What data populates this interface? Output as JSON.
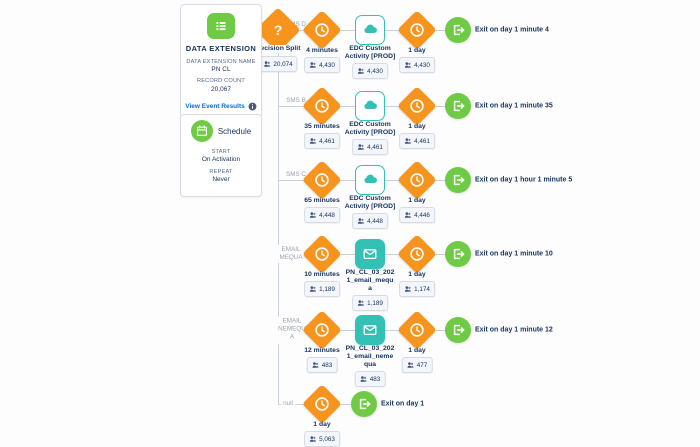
{
  "palette": {
    "orange": "#F7941D",
    "green": "#6FCB45",
    "teal": "#34C1B5",
    "navy": "#16325C",
    "muted_label": "#54698D",
    "link_blue": "#0070D2",
    "line_gray": "#CBD1DA",
    "branch_tag_gray": "#9AA2AF",
    "badge_bg": "#F3F6FA",
    "badge_border": "#D5DBE4"
  },
  "data_extension": {
    "title": "DATA EXTENSION",
    "icon": "list-icon",
    "name_label": "DATA EXTENSION NAME",
    "name_value": "PN CL",
    "count_label": "RECORD COUNT",
    "count_value": "20,067",
    "link_label": "View Event Results",
    "link_icon": "info-icon"
  },
  "schedule": {
    "title": "Schedule",
    "icon": "calendar-icon",
    "start_label": "START",
    "start_value": "On Activation",
    "repeat_label": "REPEAT",
    "repeat_value": "Never"
  },
  "decision": {
    "label": "Decision Split",
    "icon": "question-mark-icon",
    "count": "20,074"
  },
  "branches": [
    {
      "name": "SMS D",
      "label_lines": [
        "SMS D"
      ],
      "wait1": {
        "label": "4 minutes",
        "count": "4,430"
      },
      "activity": {
        "type": "custom",
        "label_lines": [
          "EDC Custom",
          "Activity [PROD]"
        ],
        "count": "4,430"
      },
      "wait2": {
        "label": "1 day",
        "count": "4,430"
      },
      "exit_label": "Exit on day 1 minute 4"
    },
    {
      "name": "SMS B",
      "label_lines": [
        "SMS B"
      ],
      "wait1": {
        "label": "35 minutes",
        "count": "4,461"
      },
      "activity": {
        "type": "custom",
        "label_lines": [
          "EDC Custom",
          "Activity [PROD]"
        ],
        "count": "4,461"
      },
      "wait2": {
        "label": "1 day",
        "count": "4,461"
      },
      "exit_label": "Exit on day 1 minute 35"
    },
    {
      "name": "SMS C",
      "label_lines": [
        "SMS C"
      ],
      "wait1": {
        "label": "65 minutes",
        "count": "4,448"
      },
      "activity": {
        "type": "custom",
        "label_lines": [
          "EDC Custom",
          "Activity [PROD]"
        ],
        "count": "4,448"
      },
      "wait2": {
        "label": "1 day",
        "count": "4,446"
      },
      "exit_label": "Exit on day 1 hour 1 minute 5"
    },
    {
      "name": "EMAIL MEQUA",
      "label_lines": [
        "EMAIL",
        "MEQUA"
      ],
      "wait1": {
        "label": "10 minutes",
        "count": "1,189"
      },
      "activity": {
        "type": "email",
        "label_lines": [
          "PN_CL_03_202",
          "1_email_mequ",
          "a"
        ],
        "count": "1,189"
      },
      "wait2": {
        "label": "1 day",
        "count": "1,174"
      },
      "exit_label": "Exit on day 1 minute 10"
    },
    {
      "name": "EMAIL NEMEQUA",
      "label_lines": [
        "EMAIL",
        "NEMEQU",
        "A"
      ],
      "wait1": {
        "label": "12 minutes",
        "count": "483"
      },
      "activity": {
        "type": "email",
        "label_lines": [
          "PN_CL_03_202",
          "1_email_neme",
          "qua"
        ],
        "count": "483"
      },
      "wait2": {
        "label": "1 day",
        "count": "477"
      },
      "exit_label": "Exit on day 1 minute 12"
    },
    {
      "name": "null",
      "label_lines": [
        "null"
      ],
      "wait1": {
        "label": "1 day",
        "count": "5,063"
      },
      "exit_label": "Exit on day 1"
    }
  ]
}
